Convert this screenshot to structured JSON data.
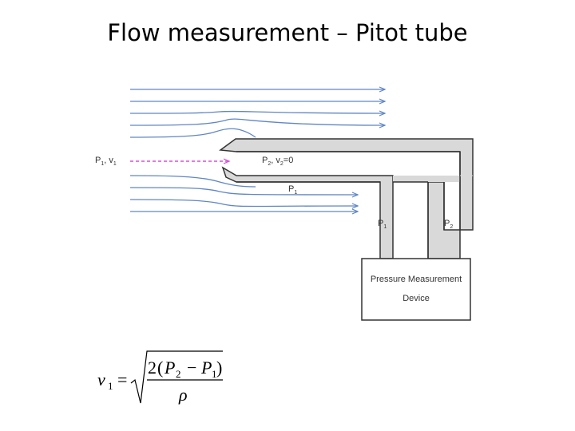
{
  "title": "Flow measurement – Pitot tube",
  "labels": {
    "inlet_p": "P",
    "inlet_p_sub": "1",
    "inlet_v": ", v",
    "inlet_v_sub": "1",
    "stag_p": "P",
    "stag_p_sub": "2",
    "stag_v": ", v",
    "stag_v_sub": "2",
    "stag_v_val": "=0",
    "static_p": "P",
    "static_p_sub": "1",
    "tube_left_p": "P",
    "tube_left_p_sub": "1",
    "tube_right_p": "P",
    "tube_right_p_sub": "2"
  },
  "device": {
    "line1": "Pressure Measurement",
    "line2": "Device"
  },
  "equation": {
    "lhs": "v",
    "lhs_sub": "1",
    "equals": "=",
    "coef": "2",
    "open": "(",
    "p2": "P",
    "p2_sub": "2",
    "minus": "−",
    "p1": "P",
    "p1_sub": "1",
    "close": ")",
    "rho": "ρ"
  },
  "colors": {
    "streamline": "#5f86c6",
    "stagnation_line": "#d84fd8",
    "tube_fill": "#d9d9d9",
    "tube_stroke": "#333333"
  }
}
